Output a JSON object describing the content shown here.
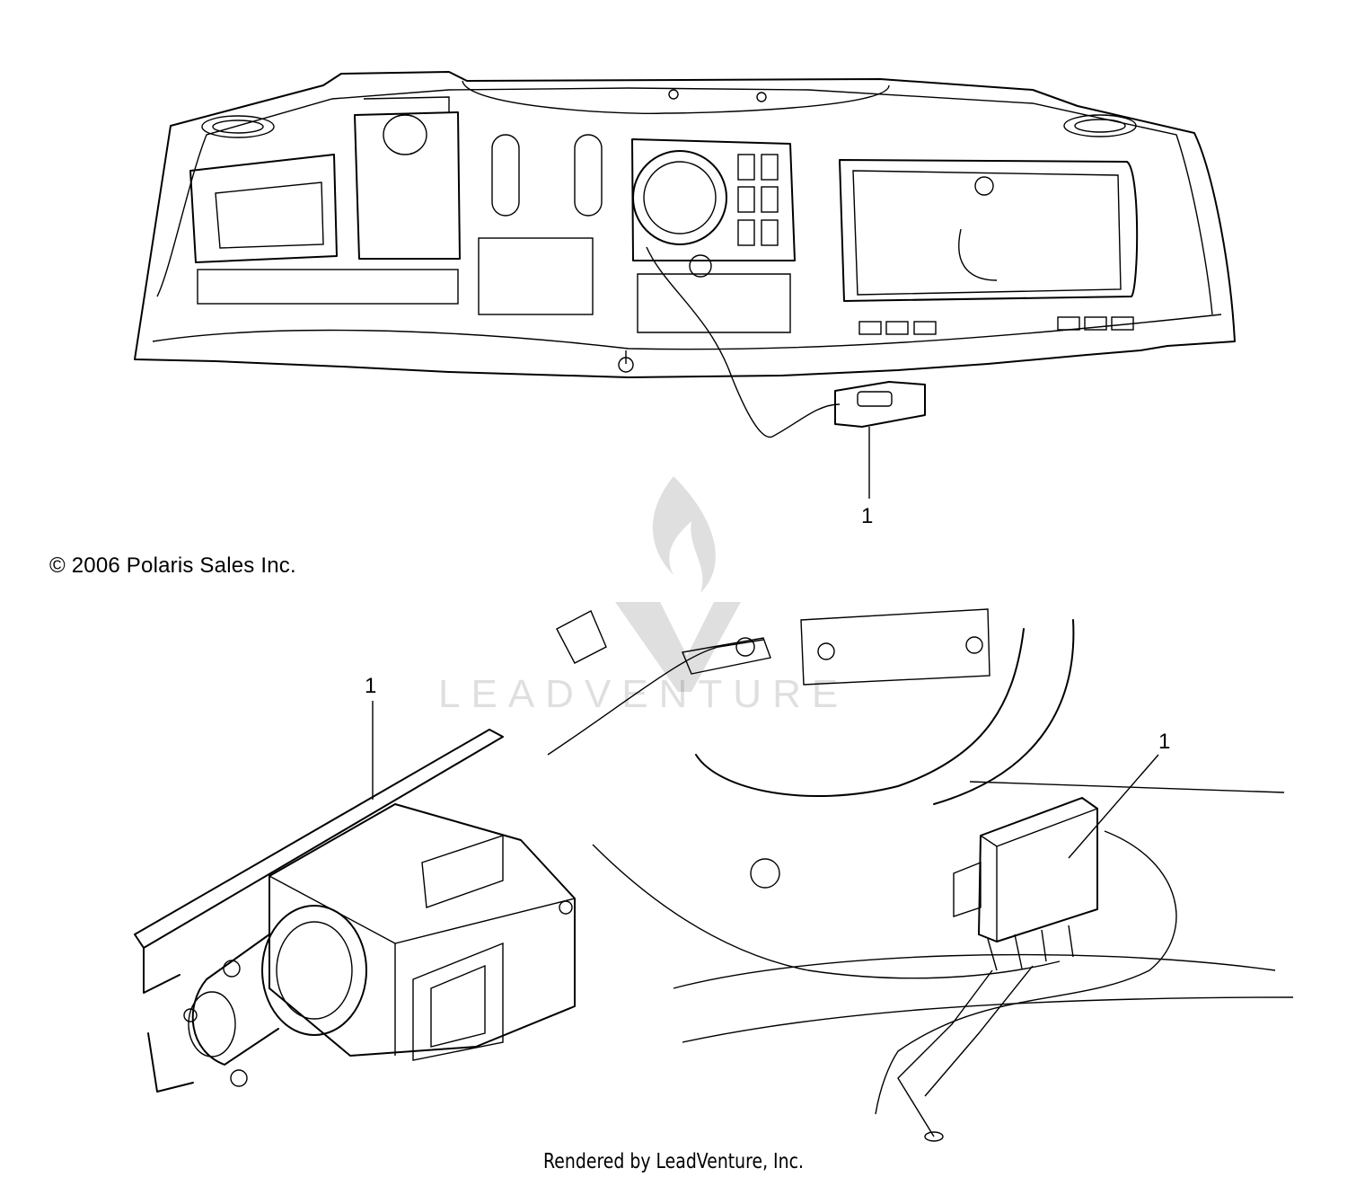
{
  "callouts": {
    "dash_switch": "1",
    "winch": "1",
    "relay": "1"
  },
  "copyright": "© 2006 Polaris Sales Inc.",
  "watermark": "LEADVENTURE",
  "render_credit": "Rendered by LeadVenture, Inc."
}
